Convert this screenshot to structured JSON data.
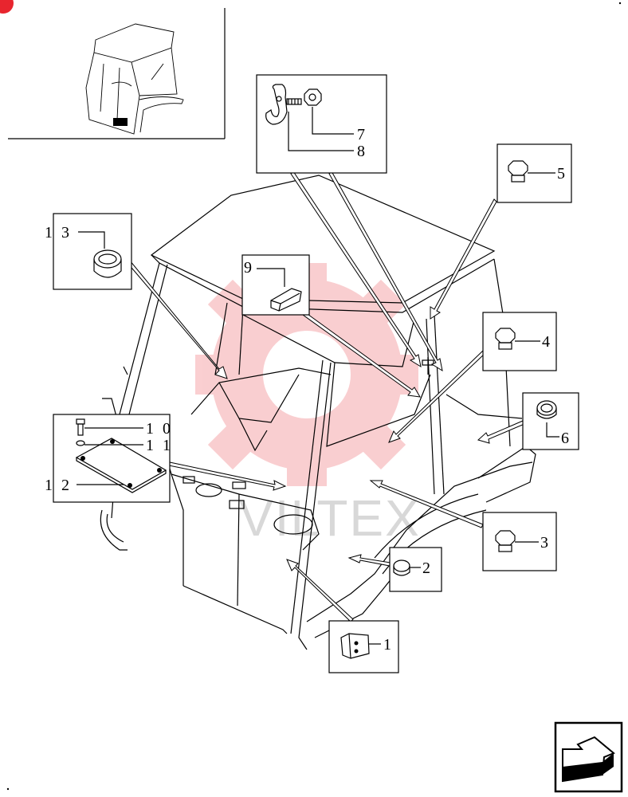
{
  "watermark": {
    "text": "VILTEX",
    "gear_color": "#e8252e"
  },
  "callouts": [
    {
      "id": "part-1",
      "label": "1"
    },
    {
      "id": "part-2",
      "label": "2"
    },
    {
      "id": "part-3",
      "label": "3"
    },
    {
      "id": "part-4",
      "label": "4"
    },
    {
      "id": "part-5",
      "label": "5"
    },
    {
      "id": "part-6",
      "label": "6"
    },
    {
      "id": "part-7",
      "label": "7"
    },
    {
      "id": "part-8",
      "label": "8"
    },
    {
      "id": "part-9",
      "label": "9"
    },
    {
      "id": "part-10",
      "label": "1 0"
    },
    {
      "id": "part-11",
      "label": "1 1"
    },
    {
      "id": "part-12",
      "label": "1 2"
    },
    {
      "id": "part-13",
      "label": "1 3"
    }
  ],
  "nav": {
    "icon": "next-page-arrow-icon"
  },
  "corner_marker_color": "#e8252e"
}
